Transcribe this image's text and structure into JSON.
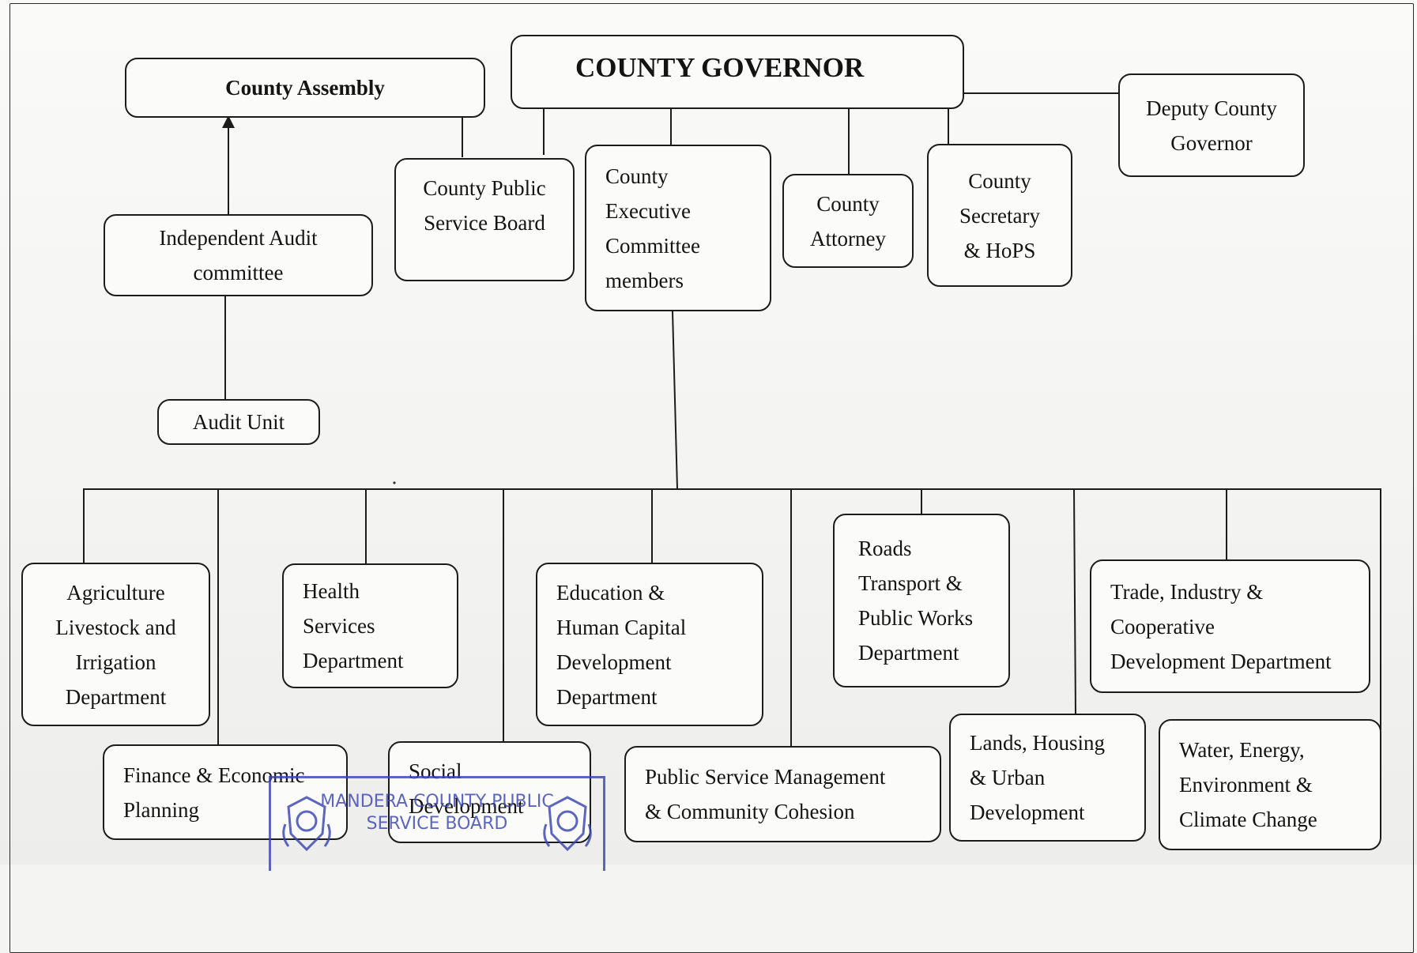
{
  "nodes": {
    "governor": "COUNTY GOVERNOR",
    "assembly": "County Assembly",
    "deputy_governor": "Deputy County\nGovernor",
    "public_service_board": "County Public\nService Board",
    "executive_committee": "County\nExecutive\nCommittee\nmembers",
    "attorney": "County\nAttorney",
    "secretary": "County\nSecretary\n& HoPS",
    "audit_committee": "Independent Audit\ncommittee",
    "audit_unit": "Audit Unit"
  },
  "departments": {
    "agriculture": "Agriculture\nLivestock and\nIrrigation\nDepartment",
    "health": "Health\nServices\nDepartment",
    "education": "Education &\nHuman Capital\nDevelopment\nDepartment",
    "roads": "Roads\nTransport &\nPublic Works\nDepartment",
    "trade": "Trade, Industry &\nCooperative\nDevelopment Department",
    "finance": "Finance & Economic\nPlanning",
    "social": "Social\nDevelopment",
    "public_service": "Public Service Management\n& Community Cohesion",
    "lands": "Lands, Housing\n& Urban\nDevelopment",
    "water": "Water, Energy,\nEnvironment &\nClimate Change"
  },
  "stamp": {
    "text": "MANDERA COUNTY PUBLIC\nSERVICE BOARD",
    "seal_icon": "coat-of-arms-icon",
    "color": "#3a46b0"
  },
  "colors": {
    "line": "#1c1c1c",
    "box_fill": "#fbfbf9"
  }
}
